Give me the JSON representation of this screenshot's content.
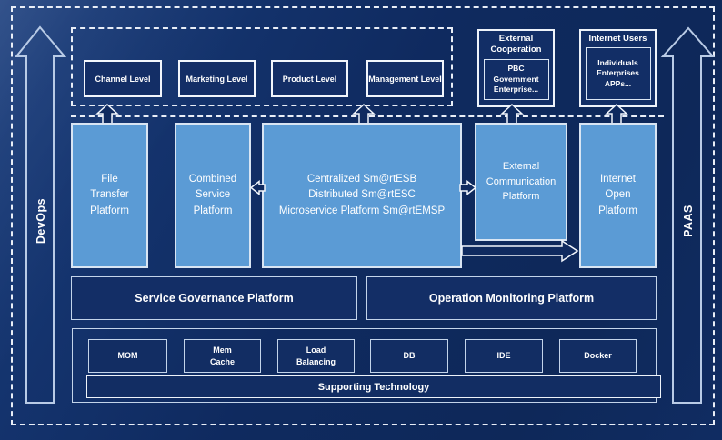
{
  "colors": {
    "background": "#0f2a5f",
    "accent_light_blue": "#5b9bd5",
    "box_border_light": "#d9e5f3",
    "dark_box_fill": "#132e66",
    "dashed_border": "#e9eef7"
  },
  "rails": {
    "left_label": "DevOps",
    "right_label": "PAAS"
  },
  "levels": {
    "items": [
      {
        "label": "Channel Level"
      },
      {
        "label": "Marketing Level"
      },
      {
        "label": "Product Level"
      },
      {
        "label": "Management Level"
      }
    ]
  },
  "external_cooperation": {
    "title": "External\nCooperation",
    "item": "PBC Government\nEnterprise..."
  },
  "internet_users": {
    "title": "Internet Users",
    "item": "Individuals\nEnterprises\nAPPs..."
  },
  "platforms": {
    "file_transfer": "File\nTransfer\nPlatform",
    "combined_service": "Combined\nService\nPlatform",
    "central": "Centralized Sm@rtESB\nDistributed Sm@rtESC\nMicroservice Platform Sm@rtEMSP",
    "external_communication": "External\nCommunication\nPlatform",
    "internet_open": "Internet\nOpen\nPlatform"
  },
  "governance": {
    "service_governance": "Service Governance Platform",
    "operation_monitoring": "Operation Monitoring Platform"
  },
  "technologies": {
    "items": [
      {
        "label": "MOM"
      },
      {
        "label": "Mem\nCache"
      },
      {
        "label": "Load\nBalancing"
      },
      {
        "label": "DB"
      },
      {
        "label": "IDE"
      },
      {
        "label": "Docker"
      }
    ],
    "footer": "Supporting Technology"
  }
}
